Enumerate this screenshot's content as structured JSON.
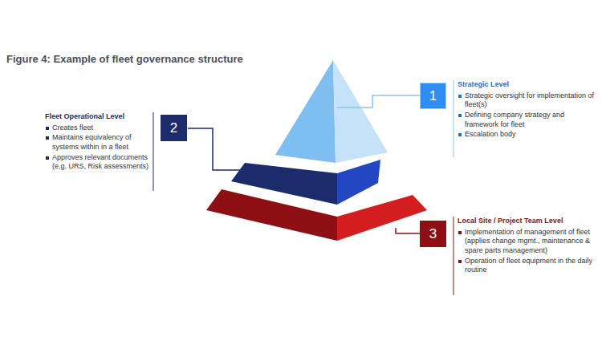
{
  "diagram": {
    "title": "Figure 4: Example of fleet governance structure",
    "nodes": [
      {
        "text": [
          "1"
        ]
      },
      {
        "text": [
          "2"
        ]
      },
      {
        "text": [
          "3"
        ]
      }
    ],
    "labels": [
      "Strategic Level",
      "Strategic oversight for implementation of fleet(s)",
      "Defining company strategy and framework for fleet",
      "Escalation body",
      "Fleet Operational Level",
      "Creates fleet",
      "Maintains equivalency of systems within in a fleet",
      "Approves relevant documents (e.g. URS, Risk assessments)",
      "Local Site / Project Team Level",
      "Implementation of management of fleet (applies change mgmt., maintenance & spare parts management)",
      "Operation of fleet equipment in the daily routine"
    ]
  }
}
